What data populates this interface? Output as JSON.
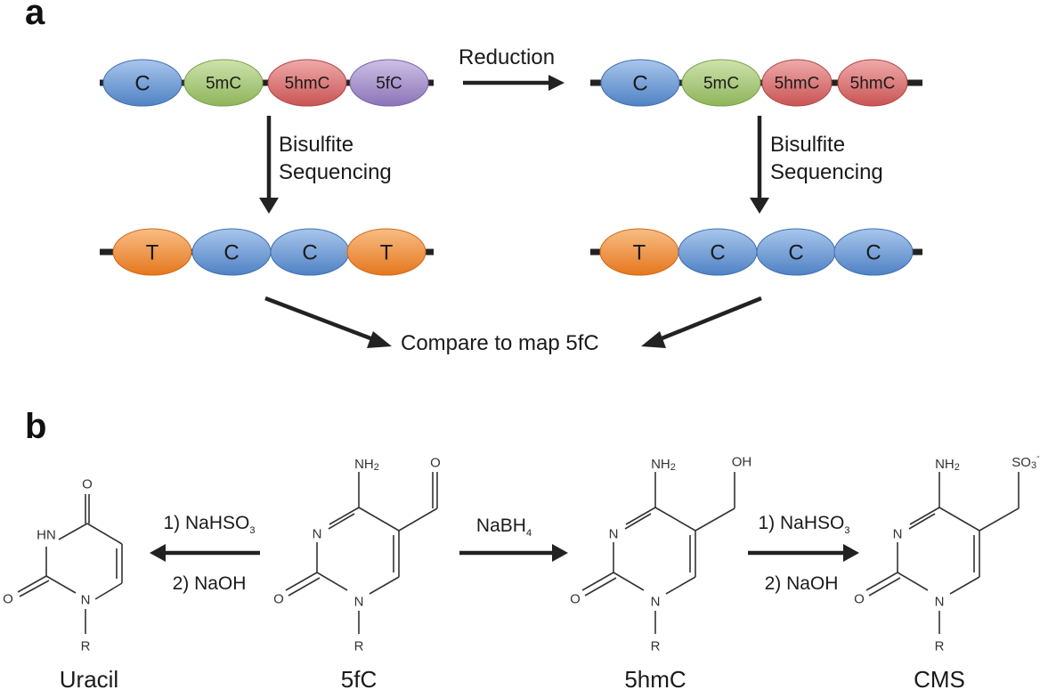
{
  "figure": {
    "panel_a": {
      "label": "a",
      "strands": {
        "top_left": [
          "C",
          "5mC",
          "5hmC",
          "5fC"
        ],
        "top_right": [
          "C",
          "5mC",
          "5hmC",
          "5hmC"
        ],
        "bottom_left": [
          "T",
          "C",
          "C",
          "T"
        ],
        "bottom_right": [
          "T",
          "C",
          "C",
          "C"
        ]
      },
      "base_colors": {
        "C": "#6d9bd6",
        "5mC": "#a9c97a",
        "5hmC": "#d86f6f",
        "5fC": "#a48fcb",
        "T": "#f0923c"
      },
      "reduction_label": "Reduction",
      "bisulfite_left": [
        "Bisulfite",
        "Sequencing"
      ],
      "bisulfite_right": [
        "Bisulfite",
        "Sequencing"
      ],
      "compare_label": "Compare to map 5fC"
    },
    "panel_b": {
      "label": "b",
      "compounds": [
        {
          "name": "Uracil",
          "top_sub": "O",
          "ring_n3": "HN",
          "ring_n1": "N",
          "r_group": "R",
          "carbonyl": "O"
        },
        {
          "name": "5fC",
          "top_sub": "NH",
          "top_sub_subscript": "2",
          "side_group": "O",
          "ring_n3": "N",
          "ring_n1": "N",
          "r_group": "R",
          "carbonyl": "O"
        },
        {
          "name": "5hmC",
          "top_sub": "NH",
          "top_sub_subscript": "2",
          "side_group": "OH",
          "ring_n3": "N",
          "ring_n1": "N",
          "r_group": "R",
          "carbonyl": "O"
        },
        {
          "name": "CMS",
          "top_sub": "NH",
          "top_sub_subscript": "2",
          "side_group": "SO",
          "side_group_subscript": "3",
          "side_group_superscript": "-",
          "ring_n3": "N",
          "ring_n1": "N",
          "r_group": "R",
          "carbonyl": "O"
        }
      ],
      "reactions": {
        "to_uracil": {
          "step1": "1) NaHSO",
          "step1_sub": "3",
          "step2": "2) NaOH"
        },
        "to_5hmC": {
          "reagent": "NaBH",
          "reagent_sub": "4"
        },
        "to_CMS": {
          "step1": "1) NaHSO",
          "step1_sub": "3",
          "step2": "2) NaOH"
        }
      }
    }
  }
}
